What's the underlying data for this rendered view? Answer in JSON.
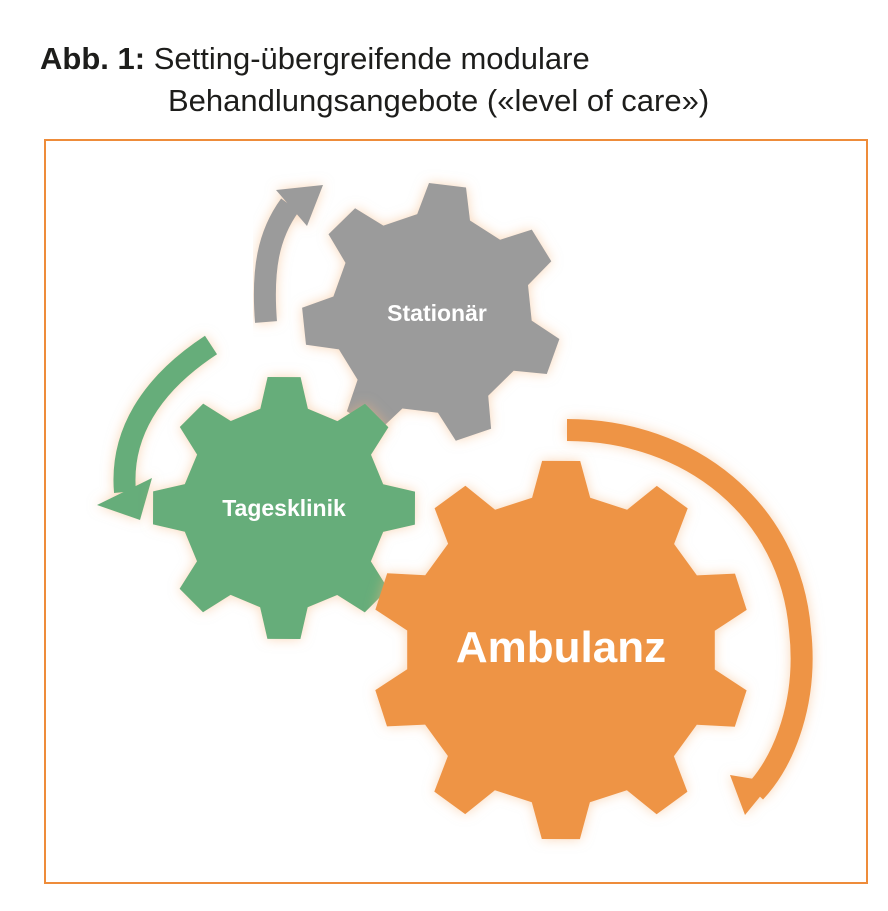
{
  "figure": {
    "caption_label": "Abb. 1:",
    "caption_line1": "Setting-übergreifende modulare",
    "caption_line2": "Behandlungsangebote («level of care»)"
  },
  "gears": {
    "stationaer": {
      "label": "Stationär",
      "color": "#9b9b9b"
    },
    "tagesklinik": {
      "label": "Tagesklinik",
      "color": "#66ad7a"
    },
    "ambulanz": {
      "label": "Ambulanz",
      "color": "#ee9444"
    }
  },
  "colors": {
    "frame": "#ee8c3a",
    "caption_text": "#1d1d1b"
  }
}
